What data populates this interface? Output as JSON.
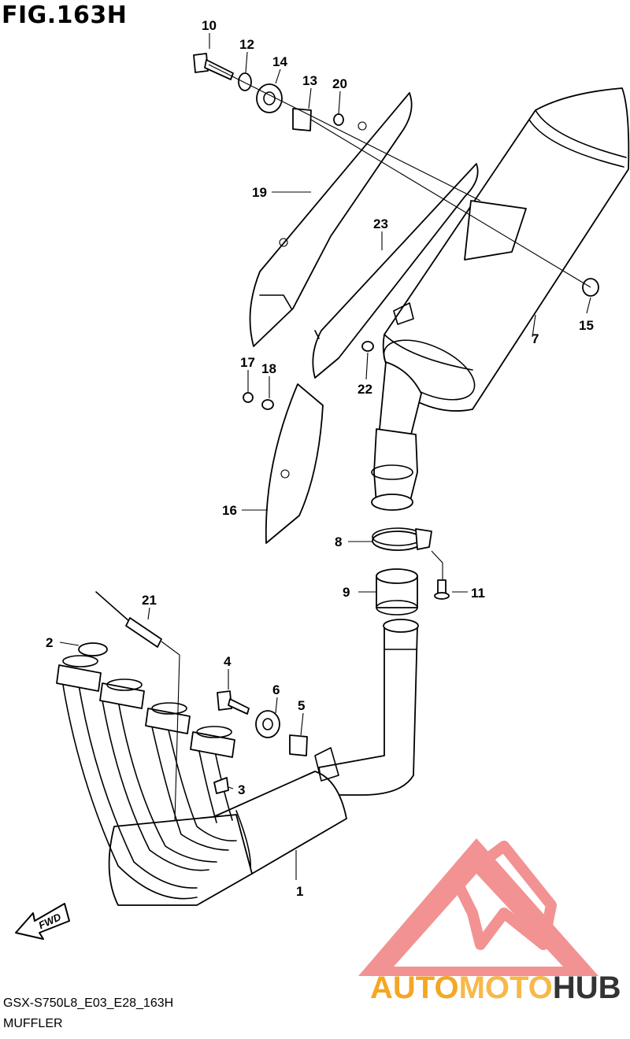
{
  "figure": {
    "title": "FIG.163H"
  },
  "caption": {
    "code": "GSX-S750L8_E03_E28_163H",
    "name": "MUFFLER"
  },
  "fwd_label": "FWD",
  "watermark": {
    "text_a": "AUTO",
    "text_b": "MOTO",
    "text_c": "HUB",
    "color_a": "#f5a623",
    "color_b": "#f7b84a",
    "color_c": "#333333",
    "logo_color": "#f08080"
  },
  "callouts": [
    "1",
    "2",
    "3",
    "4",
    "5",
    "6",
    "7",
    "8",
    "9",
    "10",
    "11",
    "12",
    "13",
    "14",
    "15",
    "16",
    "17",
    "18",
    "19",
    "20",
    "21",
    "22",
    "23"
  ]
}
